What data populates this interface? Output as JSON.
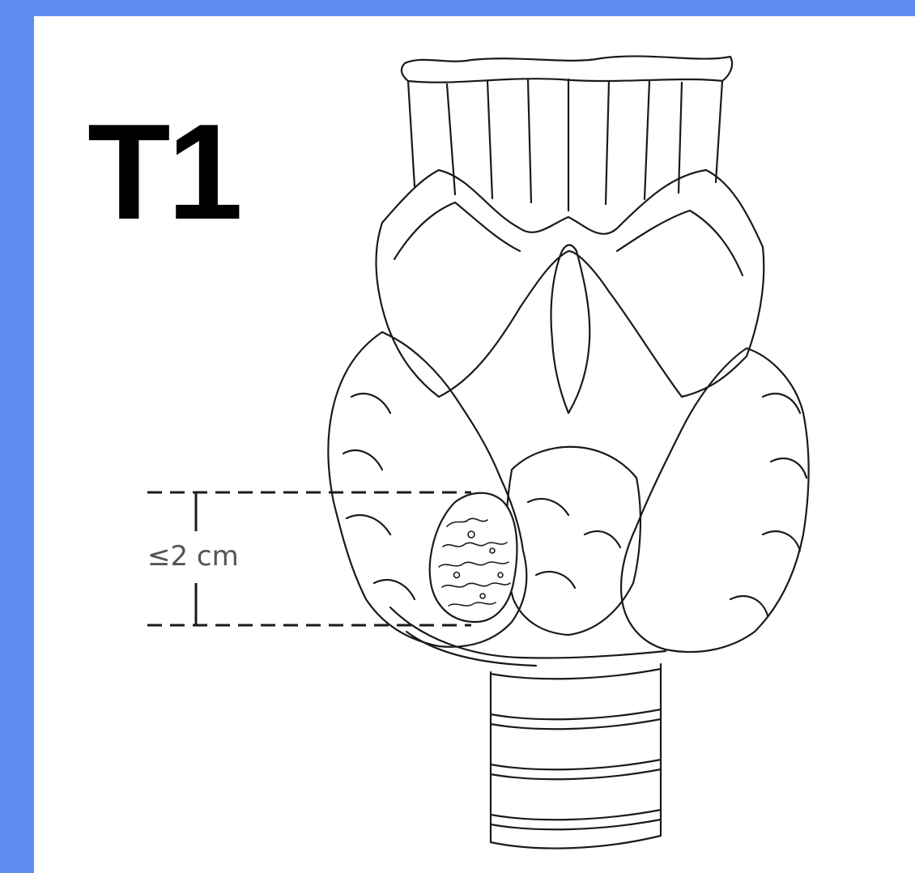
{
  "stage_label": "T1",
  "size_annotation": "≤2 cm",
  "colors": {
    "frame": "#5f8df0",
    "panel": "#ffffff",
    "ink": "#1a1a1a"
  },
  "icons": [
    "thyroid-larynx-illustration"
  ]
}
